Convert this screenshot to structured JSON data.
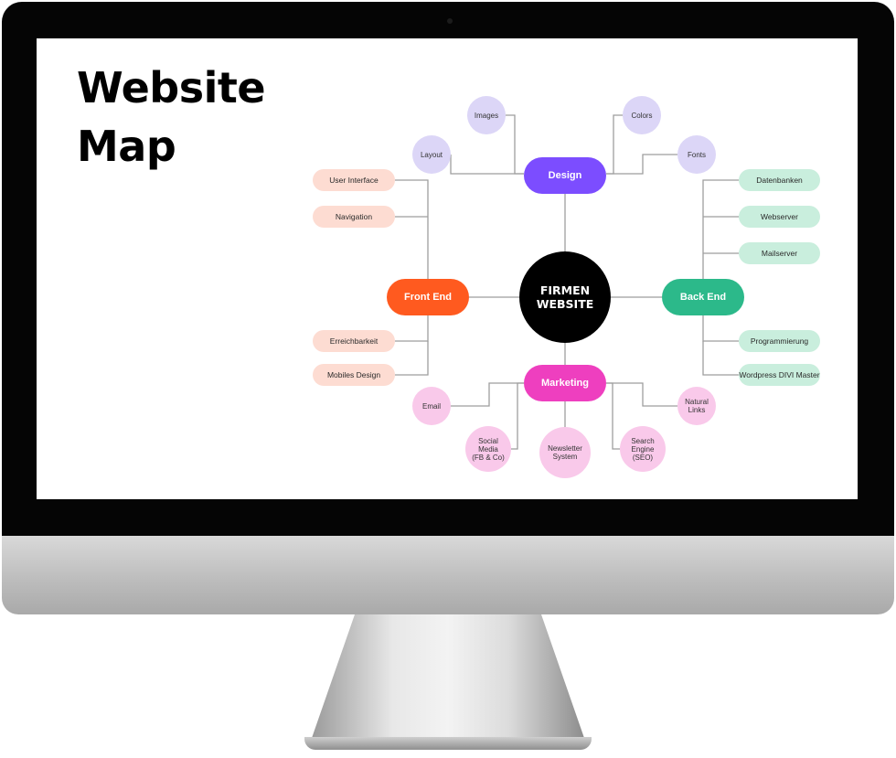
{
  "title": {
    "line1": "Website",
    "line2": "Map"
  },
  "colors": {
    "design": "#7c4dff",
    "design_light": "#dcd6f7",
    "frontend": "#ff5a1f",
    "frontend_light": "#fddcd2",
    "backend": "#2cb98a",
    "backend_light": "#c9eedd",
    "marketing": "#ee3fbf",
    "marketing_light": "#f9c9ea",
    "connector": "#9e9e9e",
    "center": "#000000"
  },
  "center": {
    "label": "FIRMEN\nWEBSITE"
  },
  "branches": {
    "design": {
      "label": "Design",
      "children": [
        "Layout",
        "Images",
        "Colors",
        "Fonts"
      ]
    },
    "frontend": {
      "label": "Front End",
      "children": [
        "User Interface",
        "Navigation",
        "Erreichbarkeit",
        "Mobiles Design"
      ]
    },
    "backend": {
      "label": "Back End",
      "children": [
        "Datenbanken",
        "Webserver",
        "Mailserver",
        "Programmierung",
        "Wordpress DIVI Master"
      ]
    },
    "marketing": {
      "label": "Marketing",
      "children": [
        "Email",
        "Social\nMedia\n(FB & Co)",
        "Newsletter\nSystem",
        "Search\nEngine\n(SEO)",
        "Natural\nLinks"
      ]
    }
  }
}
